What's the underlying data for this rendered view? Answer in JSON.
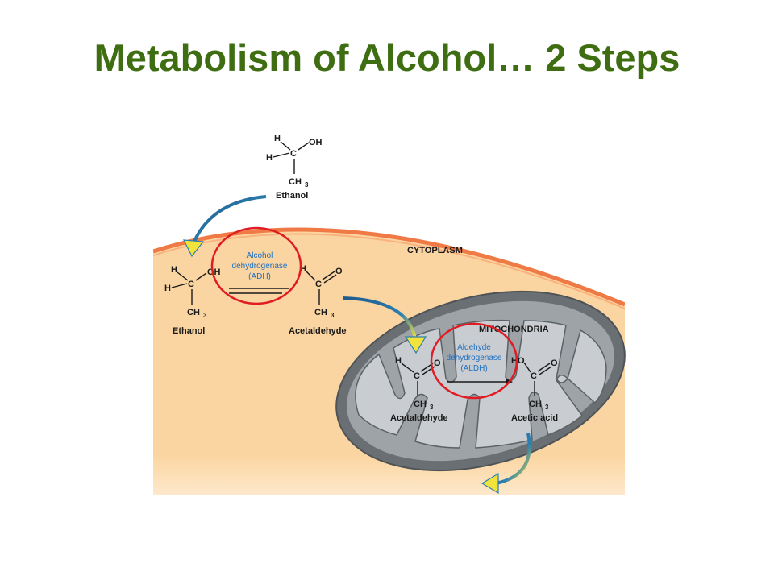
{
  "title": "Metabolism of Alcohol… 2 Steps",
  "atoms": {
    "H": "H",
    "OH": "OH",
    "O": "O",
    "C": "C",
    "CH": "CH",
    "sub3": "3",
    "HO": "HO"
  },
  "labels": {
    "ethanol_top": "Ethanol",
    "ethanol": "Ethanol",
    "acetaldehyde_cyto": "Acetaldehyde",
    "acetaldehyde_mito": "Acetaldehyde",
    "acetic_acid": "Acetic acid",
    "cytoplasm": "CYTOPLASM",
    "mitochondria": "MITOCHONDRIA"
  },
  "enzymes": {
    "adh": [
      "Alcohol",
      "dehydrogenase",
      "(ADH)"
    ],
    "aldh": [
      "Aldehyde",
      "dehydrogenase",
      "(ALDH)"
    ]
  },
  "colors": {
    "title": "#3f6e12",
    "cytoplasm": "#fbd5a1",
    "membrane": "#f07a45",
    "mito_outer": "#6a6f74",
    "mito_inner": "#c9cdd1",
    "highlight_circle": "#e01b22",
    "enzyme_text": "#1e6fc0",
    "arrow_fill": "#f2e33a"
  }
}
